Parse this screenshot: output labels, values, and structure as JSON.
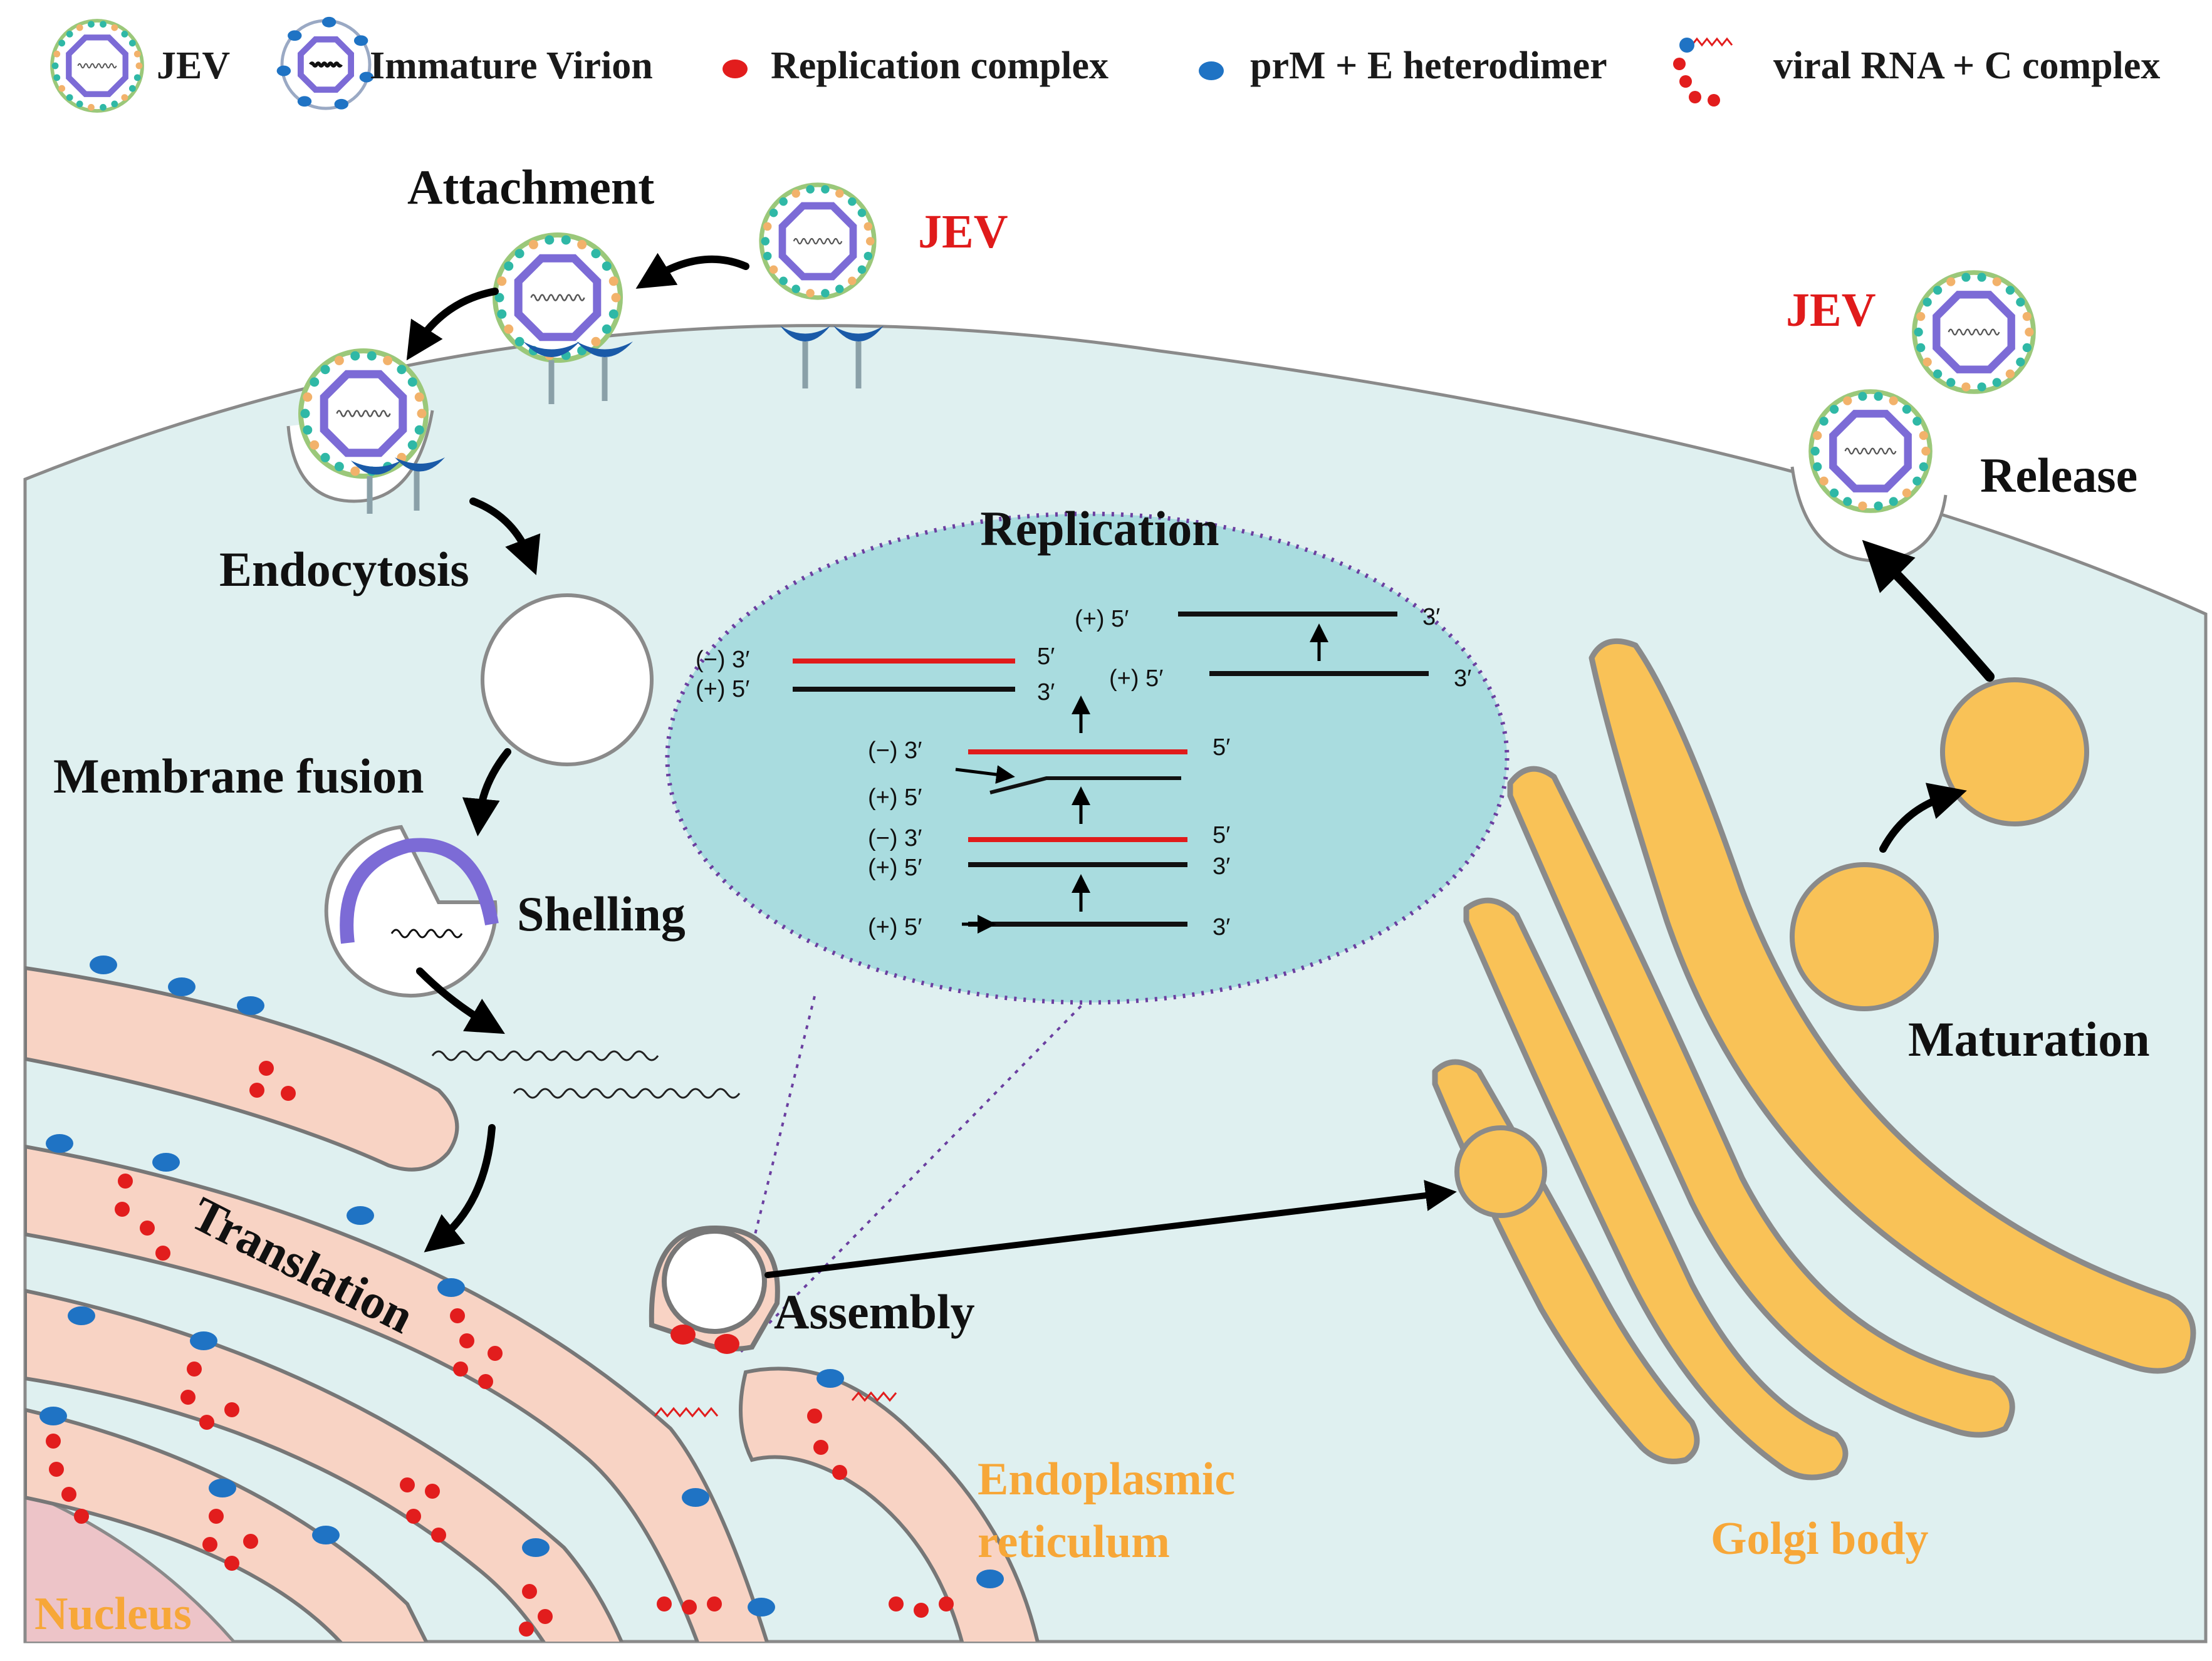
{
  "legend": {
    "jev": "JEV",
    "immature_virion": "Immature Virion",
    "replication_complex": "Replication complex",
    "prm_e": "prM + E heterodimer",
    "rna_c": "viral RNA + C complex"
  },
  "steps": {
    "attachment": "Attachment",
    "endocytosis": "Endocytosis",
    "membrane_fusion": "Membrane fusion",
    "shelling": "Shelling",
    "translation": "Translation",
    "replication": "Replication",
    "assembly": "Assembly",
    "maturation": "Maturation",
    "release": "Release"
  },
  "virus_labels": {
    "jev_top": "JEV",
    "jev_release": "JEV"
  },
  "organelles": {
    "nucleus": "Nucleus",
    "er_line1": "Endoplasmic",
    "er_line2": "reticulum",
    "golgi": "Golgi body"
  },
  "replication_strands": {
    "neg3": "(−) 3′",
    "pos5": "(+) 5′",
    "five": "5′",
    "three": "3′"
  },
  "colors": {
    "cell": "#dff0f0",
    "cell_edge": "#8a8a8a",
    "er": "#f8d3c4",
    "golgi": "#f9c257",
    "bubble": "#a9dcdf",
    "replication_complex": "#e21d1d",
    "prm_e": "#1f73c4",
    "neg_strand": "#e01b1b",
    "pos_strand": "#111111",
    "organelle_text": "#f7a738",
    "jev_text": "#e01b1b"
  }
}
